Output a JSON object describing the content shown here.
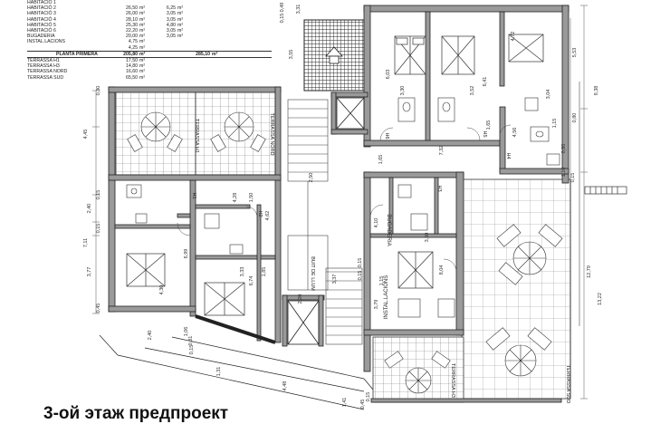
{
  "area_table": {
    "rows": [
      {
        "name": "HABITACIÓ 1",
        "area": "",
        "extra": "",
        "unit": "m²"
      },
      {
        "name": "HABITACIÓ 2",
        "area": "26,50",
        "extra": "6,25",
        "unit": "m²"
      },
      {
        "name": "HABITACIÓ 3",
        "area": "26,00",
        "extra": "3,05",
        "unit": "m²"
      },
      {
        "name": "HABITACIÓ 4",
        "area": "28,10",
        "extra": "3,05",
        "unit": "m²"
      },
      {
        "name": "HABITACIÓ 5",
        "area": "25,30",
        "extra": "4,80",
        "unit": "m²"
      },
      {
        "name": "HABITACIÓ 6",
        "area": "22,20",
        "extra": "3,05",
        "unit": "m²"
      },
      {
        "name": "BUGADERIA",
        "area": "20,00",
        "extra": "3,05",
        "unit": "m²"
      },
      {
        "name": "INSTAL.LACIONS",
        "area": "4,75",
        "extra": "",
        "unit": "m²"
      }
    ],
    "extra_row": {
      "name": "",
      "area": "4,25",
      "unit": "m²"
    },
    "total": {
      "label": "PLANTA PRIMERA",
      "area": "205,80",
      "unit": "m²",
      "total": "285,10",
      "total_unit": "m²"
    },
    "terraces": [
      {
        "name": "TERRASSA H1",
        "area": "17,50",
        "unit": "m²"
      },
      {
        "name": "TERRASSA H3",
        "area": "14,80",
        "unit": "m²"
      },
      {
        "name": "TERRASSA NORD",
        "area": "16,60",
        "unit": "m²"
      },
      {
        "name": "TERRASSA SUD",
        "area": "65,50",
        "unit": "m²"
      }
    ]
  },
  "room_labels": {
    "terrassa_h1": "TERRASSA H1",
    "terrassa_nord": "TERRASSA NORD",
    "terrassa_sud": "TERRASSA SUD",
    "terrassa_h3": "TERRASSA H3",
    "bugaderia": "BUGADERIA",
    "instal": "INSTAL.LACIONS",
    "buit_de_llum": "BUIT DE LLUM",
    "h1": "H1",
    "h2": "H2",
    "h3": "H3",
    "h4": "H4",
    "h5": "H5",
    "h6": "H6"
  },
  "dimensions": {
    "top": [
      "0,49",
      "0,15",
      "3,31",
      "3,55",
      "6,03",
      "3,30",
      "3,52",
      "6,41",
      "4,72",
      "5,53",
      "9,38"
    ],
    "left": [
      "0,30",
      "4,45",
      "0,15",
      "2,40",
      "7,11",
      "0,15",
      "3,77",
      "0,45"
    ],
    "right": [
      "0,80",
      "1,15",
      "0,80",
      "1,10",
      "0,15",
      "12,79",
      "13,22"
    ],
    "interior": [
      "1,50",
      "4,28",
      "2,50",
      "1,65",
      "7,32",
      "1,65",
      "4,56",
      "3,04",
      "4,10",
      "3,50",
      "8,04",
      "6,99",
      "4,30",
      "3,33",
      "6,74",
      "4,62",
      "1,85",
      "2,20",
      "3,37",
      "0,15",
      "3,79",
      "1,15",
      "0,15"
    ],
    "bottom": [
      "2,40",
      "0,81",
      "1,06",
      "0,15",
      "1,31",
      "4,48",
      "1,41",
      "0,45",
      "0,15"
    ]
  },
  "caption": "3-ой этаж предпроект"
}
